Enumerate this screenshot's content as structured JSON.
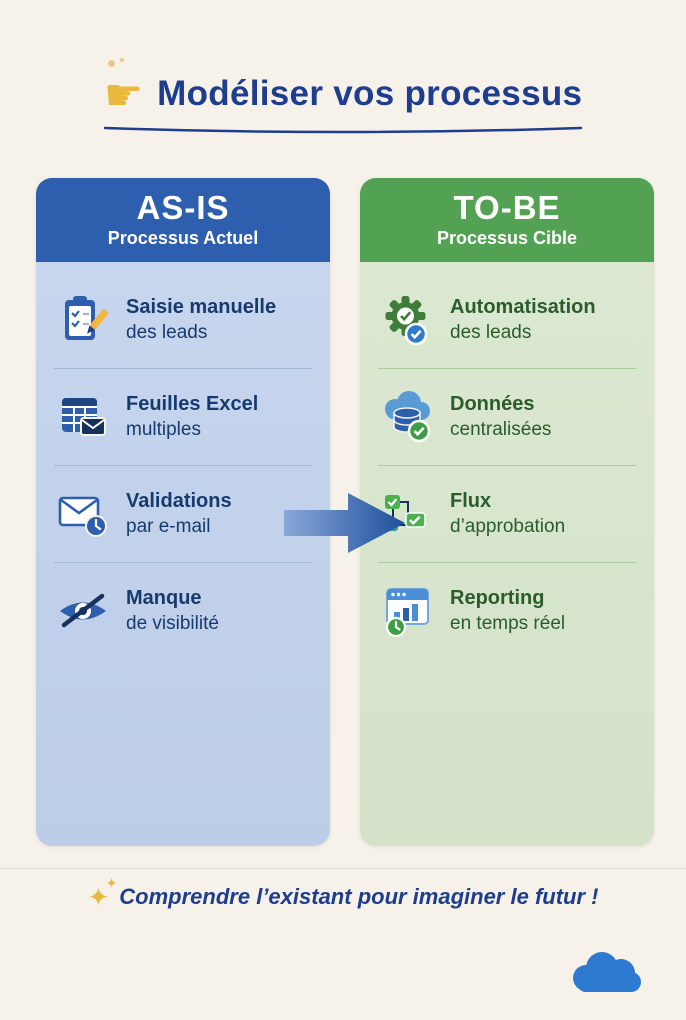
{
  "colors": {
    "background": "#f6f2ea",
    "title_text": "#1e3d8f",
    "asis_header_bg": "#2e5fae",
    "asis_body_bg": "#c6d4eb",
    "asis_text": "#173a6e",
    "tobe_header_bg": "#53a253",
    "tobe_body_bg": "#dbe7d1",
    "tobe_text": "#2b5c2b",
    "arrow": "#1d4f9c",
    "cloud_logo": "#2e7ad1",
    "accent_gold": "#e9b83c"
  },
  "header": {
    "icon": "pointing-hand-icon",
    "title": "Modéliser vos processus"
  },
  "asis": {
    "title": "AS-IS",
    "subtitle": "Processus Actuel",
    "items": [
      {
        "icon": "clipboard-pencil-icon",
        "bold": "Saisie manuelle",
        "rest": "des leads"
      },
      {
        "icon": "spreadsheet-envelope-icon",
        "bold": "Feuilles Excel",
        "rest": "multiples"
      },
      {
        "icon": "envelope-clock-icon",
        "bold": "Validations",
        "rest": "par e-mail"
      },
      {
        "icon": "eye-slash-icon",
        "bold": "Manque",
        "rest": "de visibilité"
      }
    ]
  },
  "tobe": {
    "title": "TO-BE",
    "subtitle": "Processus Cible",
    "items": [
      {
        "icon": "gear-check-icon",
        "bold": "Automatisation",
        "rest": "des leads"
      },
      {
        "icon": "database-check-icon",
        "bold": "Données",
        "rest": "centralisées"
      },
      {
        "icon": "workflow-check-icon",
        "bold": "Flux",
        "rest": "d’approbation"
      },
      {
        "icon": "report-clock-icon",
        "bold": "Reporting",
        "rest": "en temps réel"
      }
    ]
  },
  "arrow": {
    "icon": "right-arrow-icon",
    "direction": "right"
  },
  "footer": {
    "icon": "sparkles-icon",
    "text": "Comprendre l’existant pour imaginer le futur !"
  },
  "logo": {
    "icon": "cloud-logo-icon"
  }
}
